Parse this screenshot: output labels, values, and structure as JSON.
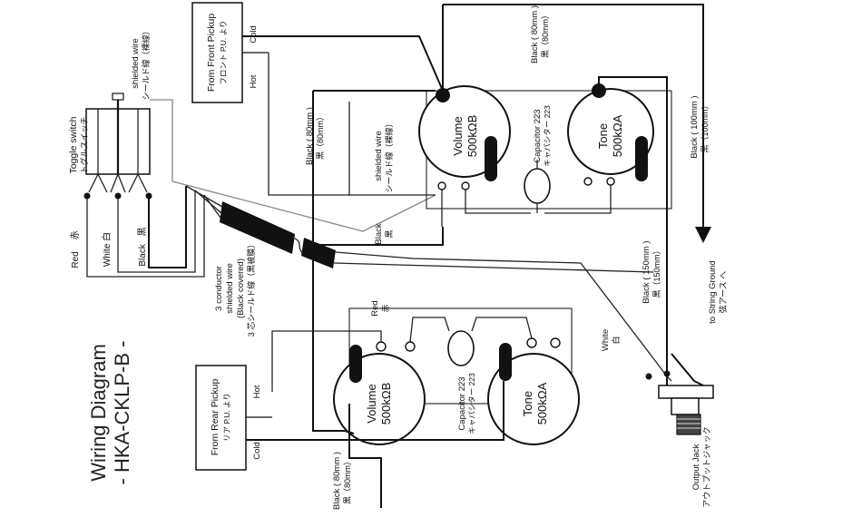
{
  "title": {
    "line1": "Wiring Diagram",
    "line2": "- HKA-CKLP-B -"
  },
  "labels": {
    "front_pickup": "From Front Pickup",
    "front_pickup_jp": "フロント P.U. より",
    "rear_pickup": "From Rear Pickup",
    "rear_pickup_jp": "リア P.U. より",
    "cold": "Cold",
    "hot": "Hot",
    "shielded_wire_top": "shielded wire",
    "shielded_wire_top_jp": "シールド線（裸線）",
    "shielded_wire_mid": "shielded wire",
    "shielded_wire_mid_jp": "シールド線（裸線）",
    "toggle_switch": "Toggle switch",
    "toggle_switch_jp": "トグルスイッチ",
    "red": "Red",
    "red_jp": "赤",
    "white": "White",
    "white_jp": "白",
    "black": "Black",
    "black_jp": "黒",
    "three_cond_1": "3 conductor",
    "three_cond_2": "shielded wire",
    "three_cond_3": "(Black covered)",
    "three_cond_jp": "3 芯シールド線（黒被膜）",
    "black_80_front": "Black ( 80mm )",
    "black_80_front_jp": "黒（80mm）",
    "black_80_top": "Black ( 80mm )",
    "black_80_top_jp": "黒（80mm）",
    "black_80_bottom": "Black ( 80mm )",
    "black_80_bottom_jp": "黒（80mm）",
    "black_100": "Black ( 100mm )",
    "black_100_jp": "黒（100mm）",
    "black_150": "Black ( 150mm )",
    "black_150_jp": "黒（150mm）",
    "black_mid": "Black",
    "black_mid_jp": "黒",
    "red_rear": "Red",
    "red_rear_jp": "赤",
    "white_jack": "White",
    "white_jack_jp": "白",
    "string_ground": "to String Ground",
    "string_ground_jp": "弦アース へ",
    "output_jack": "Output Jack",
    "output_jack_jp": "アウトプットジャック",
    "cap_top": "Capacitor 223",
    "cap_top_jp": "キャパシター 223",
    "cap_bottom": "Capacitor 223",
    "cap_bottom_jp": "キャパシター 223"
  },
  "pots": {
    "front_volume": {
      "name": "Volume",
      "value": "500kΩB"
    },
    "front_tone": {
      "name": "Tone",
      "value": "500kΩA"
    },
    "rear_volume": {
      "name": "Volume",
      "value": "500kΩB"
    },
    "rear_tone": {
      "name": "Tone",
      "value": "500kΩA"
    }
  }
}
